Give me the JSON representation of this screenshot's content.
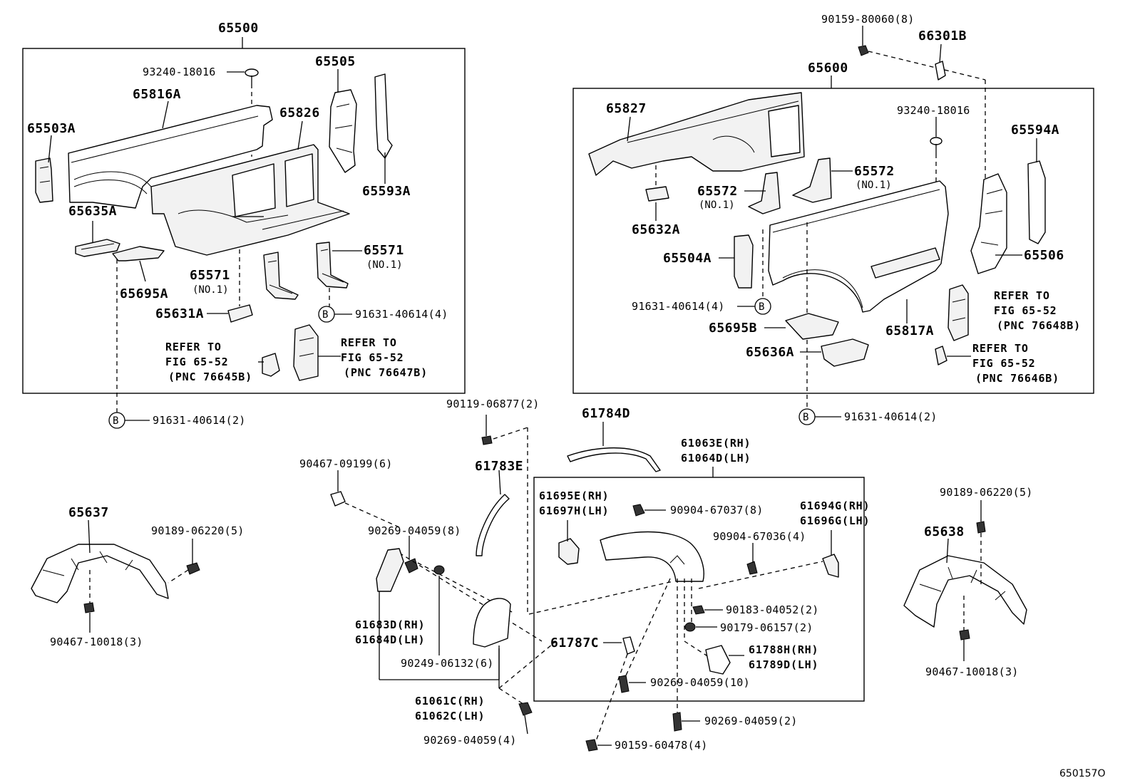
{
  "figure_code": "650157O",
  "groups": {
    "g65500": "65500",
    "g65600": "65600",
    "g61063": [
      "61063E(RH)",
      "61064D(LH)"
    ]
  },
  "labels": {
    "p93240_a": "93240-18016",
    "p65505": "65505",
    "p65816A": "65816A",
    "p65826": "65826",
    "p65503A": "65503A",
    "p65593A": "65593A",
    "p65635A": "65635A",
    "p65695A": "65695A",
    "p65571_a": "65571",
    "p65571_a_sub": "(NO.1)",
    "p65571_b": "65571",
    "p65571_b_sub": "(NO.1)",
    "p65631A": "65631A",
    "p91631_4a": "91631-40614(4)",
    "ref_a": [
      "REFER TO",
      "FIG 65-52",
      "(PNC 76645B)"
    ],
    "ref_b": [
      "REFER TO",
      "FIG 65-52",
      "(PNC 76647B)"
    ],
    "p91631_2a": "91631-40614(2)",
    "p90159_80060": "90159-80060(8)",
    "p66301B": "66301B",
    "p65827": "65827",
    "p93240_b": "93240-18016",
    "p65594A": "65594A",
    "p65572_a": "65572",
    "p65572_a_sub": "(NO.1)",
    "p65572_b": "65572",
    "p65572_b_sub": "(NO.1)",
    "p65632A": "65632A",
    "p65504A": "65504A",
    "p65506": "65506",
    "p91631_4b": "91631-40614(4)",
    "p65695B": "65695B",
    "p65817A": "65817A",
    "p65636A": "65636A",
    "ref_c": [
      "REFER TO",
      "FIG 65-52",
      "(PNC 76648B)"
    ],
    "ref_d": [
      "REFER TO",
      "FIG 65-52",
      "(PNC 76646B)"
    ],
    "p91631_2b": "91631-40614(2)",
    "p90119": "90119-06877(2)",
    "p61784D": "61784D",
    "p90467_09199": "90467-09199(6)",
    "p61783E": "61783E",
    "p65637": "65637",
    "p90189_a": "90189-06220(5)",
    "p90269_8": "90269-04059(8)",
    "p61695E": [
      "61695E(RH)",
      "61697H(LH)"
    ],
    "p90904_37": "90904-67037(8)",
    "p61694G": [
      "61694G(RH)",
      "61696G(LH)"
    ],
    "p90904_36": "90904-67036(4)",
    "p90189_b": "90189-06220(5)",
    "p65638": "65638",
    "p90467_10018a": "90467-10018(3)",
    "p61683D": [
      "61683D(RH)",
      "61684D(LH)"
    ],
    "p90183": "90183-04052(2)",
    "p90179": "90179-06157(2)",
    "p61787C": "61787C",
    "p90249": "90249-06132(6)",
    "p61788H": [
      "61788H(RH)",
      "61789D(LH)"
    ],
    "p90269_10": "90269-04059(10)",
    "p61061C": [
      "61061C(RH)",
      "61062C(LH)"
    ],
    "p90467_10018b": "90467-10018(3)",
    "p90269_2": "90269-04059(2)",
    "p90269_4": "90269-04059(4)",
    "p90159_60478": "90159-60478(4)",
    "marker_b": "B"
  }
}
